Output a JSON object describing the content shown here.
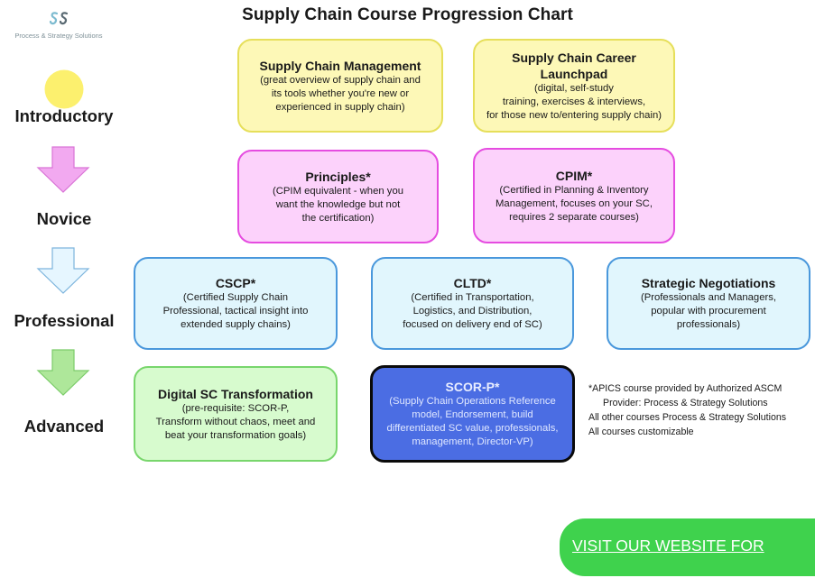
{
  "logo": {
    "icon": "two-interlocking-s-glyphs",
    "text": "Process & Strategy Solutions"
  },
  "title": "Supply Chain Course Progression Chart",
  "levels": [
    {
      "label": "Introductory",
      "icon": "yellow-circle",
      "color": "#fcf06e"
    },
    {
      "label": "Novice",
      "icon": "pink-down-arrow",
      "color": "#f2a9f0"
    },
    {
      "label": "Professional",
      "icon": "light-blue-down-arrow",
      "color": "#e6f6ff"
    },
    {
      "label": "Advanced",
      "icon": "green-down-arrow",
      "color": "#aee79a"
    }
  ],
  "courses": {
    "scm": {
      "title": "Supply Chain Management",
      "desc": [
        "(great overview of supply chain and",
        "its tools whether you're new or",
        "experienced in supply chain)"
      ]
    },
    "launchpad": {
      "title": [
        "Supply Chain Career",
        "Launchpad"
      ],
      "desc": [
        "(digital, self-study",
        "training, exercises & interviews,",
        "for those new to/entering supply chain)"
      ]
    },
    "principles": {
      "title": "Principles*",
      "desc": [
        "(CPIM equivalent - when you",
        "want the knowledge but not",
        "the certification)"
      ]
    },
    "cpim": {
      "title": "CPIM*",
      "desc": [
        "(Certified in Planning & Inventory",
        "Management, focuses on your SC,",
        "requires 2 separate courses)"
      ]
    },
    "cscp": {
      "title": "CSCP*",
      "desc": [
        "(Certified Supply Chain",
        "Professional, tactical insight into",
        "extended supply chains)"
      ]
    },
    "cltd": {
      "title": "CLTD*",
      "desc": [
        "(Certified in Transportation,",
        "Logistics, and Distribution,",
        "focused on delivery end of SC)"
      ]
    },
    "negotiations": {
      "title": "Strategic Negotiations",
      "desc": [
        "(Professionals and Managers,",
        "popular with procurement",
        "professionals)"
      ]
    },
    "digital": {
      "title": "Digital SC Transformation",
      "desc": [
        "(pre-requisite: SCOR-P,",
        "Transform without chaos, meet and",
        "beat your transformation goals)"
      ]
    },
    "scorp": {
      "title": "SCOR-P*",
      "desc": [
        "(Supply Chain Operations Reference",
        "model, Endorsement, build",
        "differentiated SC value,  professionals,",
        "management, Director-VP)"
      ]
    }
  },
  "notes": [
    "*APICS course provided by Authorized ASCM",
    "Provider: Process & Strategy Solutions",
    "All other courses Process & Strategy Solutions",
    "All courses customizable"
  ],
  "cta": {
    "label": "VISIT OUR WEBSITE FOR",
    "color": "#3fd24d"
  }
}
